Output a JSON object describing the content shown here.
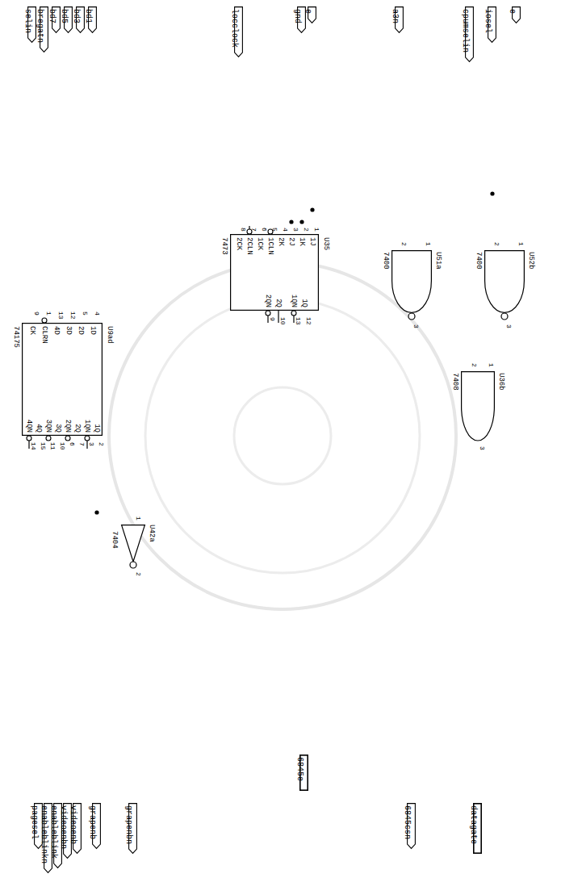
{
  "diagram": {
    "nodes": [
      {
        "text": [
          "e"
        ]
      },
      {
        "text": [
          "iosel"
        ]
      },
      {
        "text": [
          "cpumselin"
        ]
      },
      {
        "text": [
          "a3n"
        ]
      },
      {
        "text": [
          "e"
        ]
      },
      {
        "text": [
          "gnd"
        ]
      },
      {
        "text": [
          "locclock"
        ]
      },
      {
        "text": [
          "bd1"
        ]
      },
      {
        "text": [
          "bd3"
        ]
      },
      {
        "text": [
          "bd5"
        ]
      },
      {
        "text": [
          "bd7"
        ]
      },
      {
        "text": [
          "bregatn"
        ]
      },
      {
        "text": [
          "selin"
        ]
      },
      {
        "text": [
          "U52b",
          "7400"
        ]
      },
      {
        "text": [
          "U51a",
          "7400"
        ]
      },
      {
        "text": [
          "U36b",
          "7408"
        ]
      },
      {
        "text": [
          "U35",
          "7473",
          "1J",
          "1K",
          "2J",
          "2K",
          "1CLN",
          "1CK",
          "2CLN",
          "2CK",
          "1Q",
          "1QN",
          "2Q",
          "2QN"
        ]
      },
      {
        "text": [
          "U9ad",
          "74175",
          "1D",
          "2D",
          "3D",
          "4D",
          "CLRN",
          "CK",
          "1Q",
          "1QN",
          "2Q",
          "2QN",
          "3Q",
          "3QN",
          "4Q",
          "4QN"
        ]
      },
      {
        "text": [
          "U42a",
          "7404"
        ]
      },
      {
        "text": [
          "datagate"
        ]
      },
      {
        "text": [
          "6845csn"
        ]
      },
      {
        "text": [
          "6845e"
        ]
      },
      {
        "text": [
          "grapenbn"
        ]
      },
      {
        "text": [
          "grapenb"
        ]
      },
      {
        "text": [
          "videoenb"
        ]
      },
      {
        "text": [
          "videoenbn"
        ]
      },
      {
        "text": [
          "enableblink"
        ]
      },
      {
        "text": [
          "enableblinkn"
        ]
      },
      {
        "text": [
          "pagesel"
        ]
      }
    ],
    "edges": [
      {
        "from": 0,
        "to": 13,
        "arrow": "none"
      },
      {
        "from": 1,
        "to": 13,
        "arrow": "none"
      },
      {
        "from": 1,
        "to": 14,
        "arrow": "none"
      },
      {
        "from": 2,
        "to": 15,
        "arrow": "none"
      },
      {
        "from": 3,
        "to": 14,
        "arrow": "none"
      },
      {
        "from": 13,
        "to": 15,
        "arrow": "none"
      },
      {
        "from": 14,
        "to": 20,
        "arrow": "none"
      },
      {
        "from": 15,
        "to": 19,
        "arrow": "none"
      },
      {
        "from": 4,
        "to": 16,
        "arrow": "none"
      },
      {
        "from": 5,
        "to": 16,
        "arrow": "none"
      },
      {
        "from": 6,
        "to": 16,
        "arrow": "none"
      },
      {
        "from": 16,
        "to": 21,
        "arrow": "none"
      },
      {
        "from": 7,
        "to": 17,
        "arrow": "none"
      },
      {
        "from": 8,
        "to": 17,
        "arrow": "none"
      },
      {
        "from": 9,
        "to": 17,
        "arrow": "none"
      },
      {
        "from": 10,
        "to": 17,
        "arrow": "none"
      },
      {
        "from": 11,
        "to": 17,
        "arrow": "none"
      },
      {
        "from": 12,
        "to": 17,
        "arrow": "none"
      },
      {
        "from": 17,
        "to": 23,
        "arrow": "none"
      },
      {
        "from": 17,
        "to": 24,
        "arrow": "none"
      },
      {
        "from": 17,
        "to": 25,
        "arrow": "none"
      },
      {
        "from": 17,
        "to": 26,
        "arrow": "none"
      },
      {
        "from": 17,
        "to": 27,
        "arrow": "none"
      },
      {
        "from": 17,
        "to": 28,
        "arrow": "none"
      },
      {
        "from": 17,
        "to": 18,
        "arrow": "none"
      },
      {
        "from": 18,
        "to": 22,
        "arrow": "none"
      }
    ],
    "labels": [
      "1",
      "2",
      "3",
      "1",
      "2",
      "3",
      "1",
      "2",
      "3",
      "1",
      "2",
      "3",
      "4",
      "5",
      "6",
      "7",
      "8",
      "12",
      "13",
      "10",
      "9",
      "4",
      "5",
      "12",
      "13",
      "1",
      "9",
      "2",
      "3",
      "7",
      "6",
      "10",
      "11",
      "15",
      "14",
      "1",
      "2"
    ]
  }
}
